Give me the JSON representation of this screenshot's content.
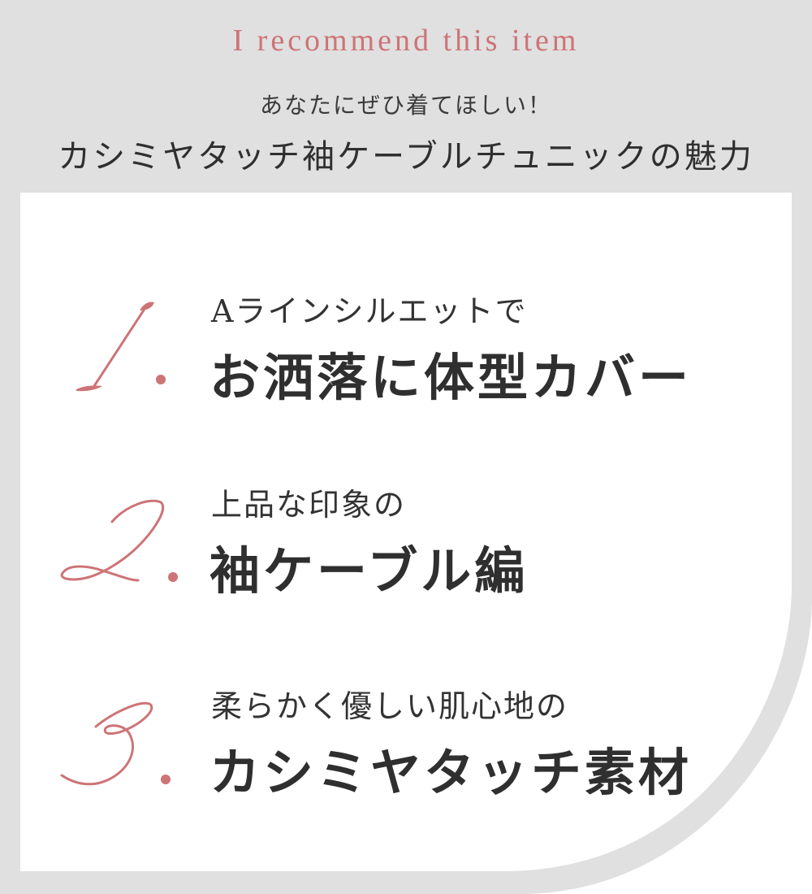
{
  "header": {
    "eyebrow": "I recommend this item",
    "subtitle": "あなたにぜひ着てほしい！",
    "title": "カシミヤタッチ袖ケーブルチュニックの魅力"
  },
  "points": [
    {
      "number": "1.",
      "lead": "Aラインシルエットで",
      "main": "お洒落に体型カバー"
    },
    {
      "number": "2.",
      "lead": "上品な印象の",
      "main": "袖ケーブル編"
    },
    {
      "number": "3.",
      "lead": "柔らかく優しい肌心地の",
      "main": "カシミヤタッチ素材"
    }
  ],
  "colors": {
    "accent": "#cd7477",
    "background_grey": "#e0e0e0",
    "card": "#ffffff",
    "text": "#2f2f2f"
  }
}
